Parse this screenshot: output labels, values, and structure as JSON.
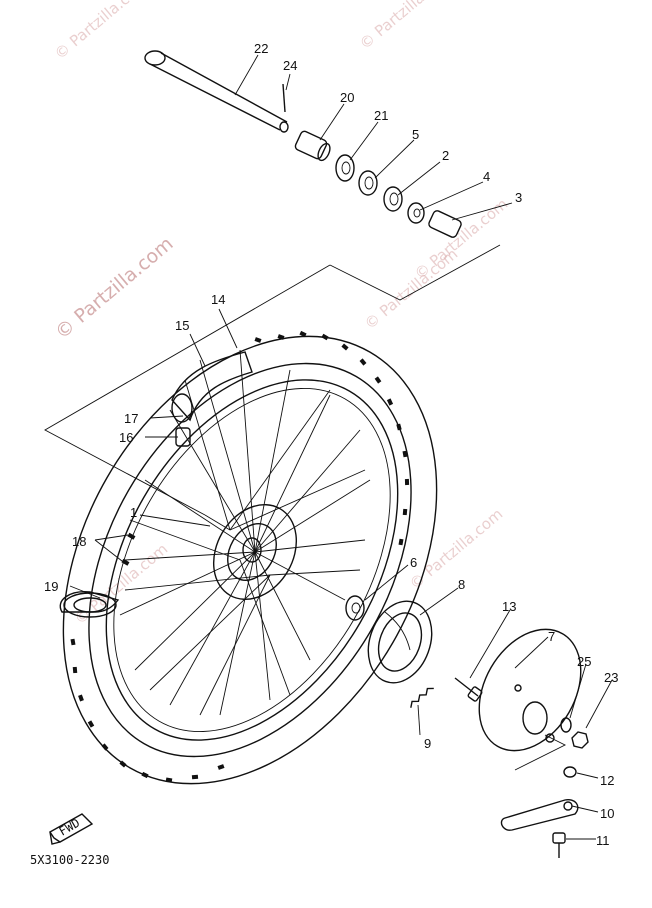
{
  "diagram": {
    "reference_code": "5X3100-2230",
    "fwd_label": "FWD",
    "watermarks": [
      {
        "text": "© Partzilla.com"
      },
      {
        "text": "© Partzilla.com"
      },
      {
        "text": "© Partzilla.com"
      },
      {
        "text": "© Partzilla.com"
      },
      {
        "text": "© Partzilla.com"
      },
      {
        "text": "© Partzilla.com"
      },
      {
        "text": "© Partzilla.com"
      }
    ],
    "callouts": [
      "22",
      "24",
      "20",
      "21",
      "5",
      "2",
      "4",
      "3",
      "14",
      "15",
      "17",
      "16",
      "1",
      "18",
      "19",
      "6",
      "8",
      "13",
      "7",
      "25",
      "23",
      "9",
      "12",
      "10",
      "11"
    ]
  }
}
